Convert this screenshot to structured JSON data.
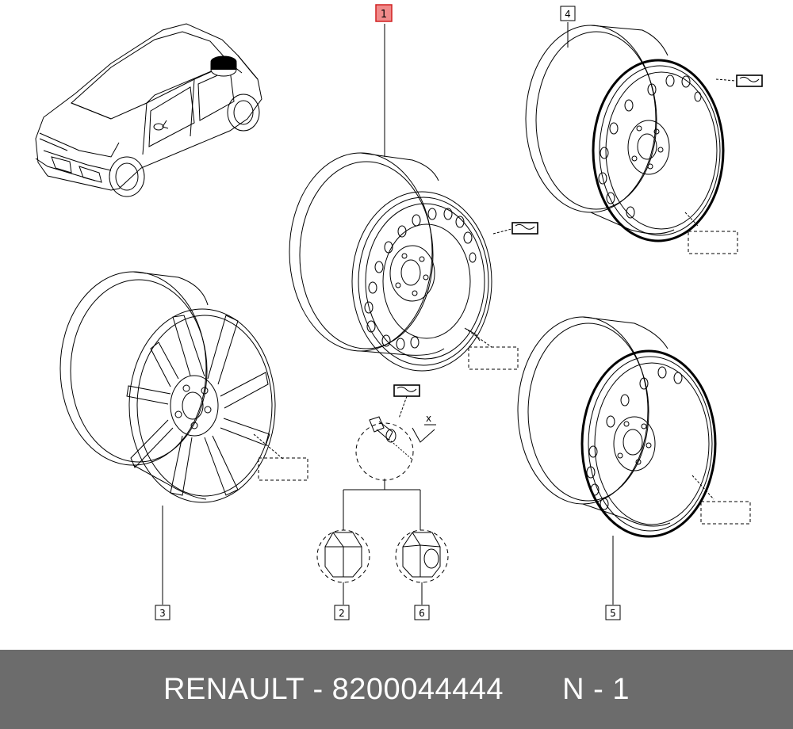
{
  "diagram": {
    "callouts": [
      {
        "id": "callout-1",
        "label": "1",
        "highlighted": true
      },
      {
        "id": "callout-2",
        "label": "2",
        "highlighted": false
      },
      {
        "id": "callout-3",
        "label": "3",
        "highlighted": false
      },
      {
        "id": "callout-4",
        "label": "4",
        "highlighted": false
      },
      {
        "id": "callout-5",
        "label": "5",
        "highlighted": false
      },
      {
        "id": "callout-6",
        "label": "6",
        "highlighted": false
      }
    ],
    "bolt_dimension_label": "x",
    "colors": {
      "line": "#000000",
      "highlight_fill": "#f08a8a",
      "highlight_border": "#d02020"
    }
  },
  "footer": {
    "brand": "RENAULT",
    "separator": "-",
    "part_number": "8200044444",
    "ref": "N - 1",
    "background": "#6c6c6c"
  }
}
